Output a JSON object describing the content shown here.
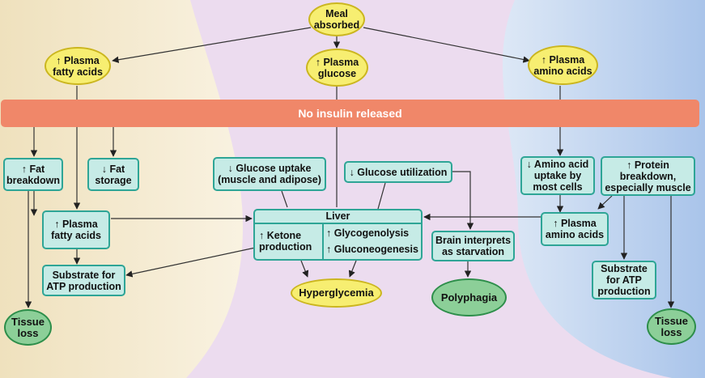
{
  "diagram": {
    "meal_absorbed": "Meal\nabsorbed",
    "plasma_fatty_acids_top": "↑ Plasma\nfatty acids",
    "plasma_glucose": "↑ Plasma\nglucose",
    "plasma_amino_acids_top": "↑ Plasma\namino acids",
    "banner": "No insulin released",
    "fat_breakdown": "↑ Fat\nbreakdown",
    "fat_storage": "↓ Fat\nstorage",
    "glucose_uptake": "↓ Glucose uptake\n(muscle and adipose)",
    "glucose_utilization": "↓ Glucose utilization",
    "amino_acid_uptake": "↓ Amino acid\nuptake by\nmost cells",
    "protein_breakdown": "↑  Protein\nbreakdown,\nespecially muscle",
    "plasma_fatty_acids_mid": "↑ Plasma\nfatty acids",
    "liver_title": "Liver",
    "liver_ketone": "↑ Ketone\nproduction",
    "liver_glycogenolysis": "↑ Glycogenolysis",
    "liver_gluconeogenesis": "↑ Gluconeogenesis",
    "brain_starvation": "Brain interprets\nas starvation",
    "plasma_amino_acids_mid": "↑ Plasma\namino acids",
    "substrate_left": "Substrate for\nATP production",
    "substrate_right": "Substrate\nfor ATP\nproduction",
    "hyperglycemia": "Hyperglycemia",
    "polyphagia": "Polyphagia",
    "tissue_loss_left": "Tissue\nloss",
    "tissue_loss_right": "Tissue\nloss"
  },
  "colors": {
    "fat_region": "#f6ecd2",
    "glucose_region": "#ecdcef",
    "protein_region": "#c3d6ef",
    "banner": "#f08769",
    "box_fill": "#c6ebe6",
    "box_border": "#2ea596",
    "yellow_fill": "#f7ee71",
    "green_fill": "#8ccf98"
  }
}
